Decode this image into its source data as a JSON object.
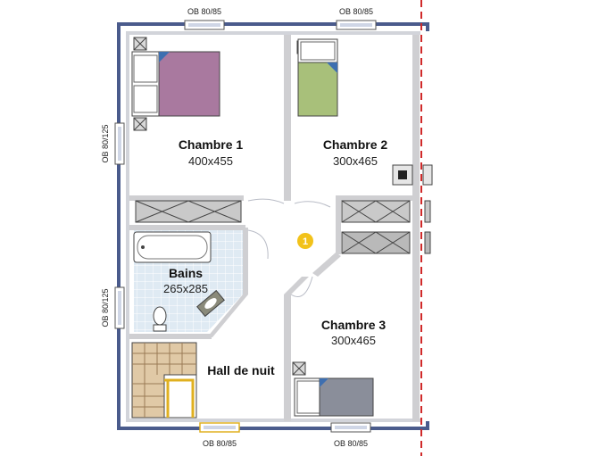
{
  "rooms": {
    "chambre1": {
      "name": "Chambre 1",
      "size": "400x455"
    },
    "chambre2": {
      "name": "Chambre 2",
      "size": "300x465"
    },
    "chambre3": {
      "name": "Chambre 3",
      "size": "300x465"
    },
    "bains": {
      "name": "Bains",
      "size": "265x285"
    },
    "hall": {
      "name": "Hall de nuit"
    }
  },
  "openings": {
    "top_left": "OB 80/85",
    "top_right": "OB 80/85",
    "left_top": "OB 80/125",
    "left_bottom": "OB 80/125",
    "bottom_left": "OB 80/85",
    "bottom_right": "OB 80/85"
  },
  "marker": {
    "label": "1"
  },
  "colors": {
    "outer_wall": "#4a5b8c",
    "inner_wall": "#cfcfd2",
    "bed_purple": "#a9799f",
    "bed_green": "#a8c07a",
    "bed_grey": "#8a8e9a",
    "bath_tile": "#d7e6f0",
    "stair_wood": "#e0c9a6",
    "marker_yellow": "#f2c21a",
    "section_line": "#d02a2a"
  }
}
